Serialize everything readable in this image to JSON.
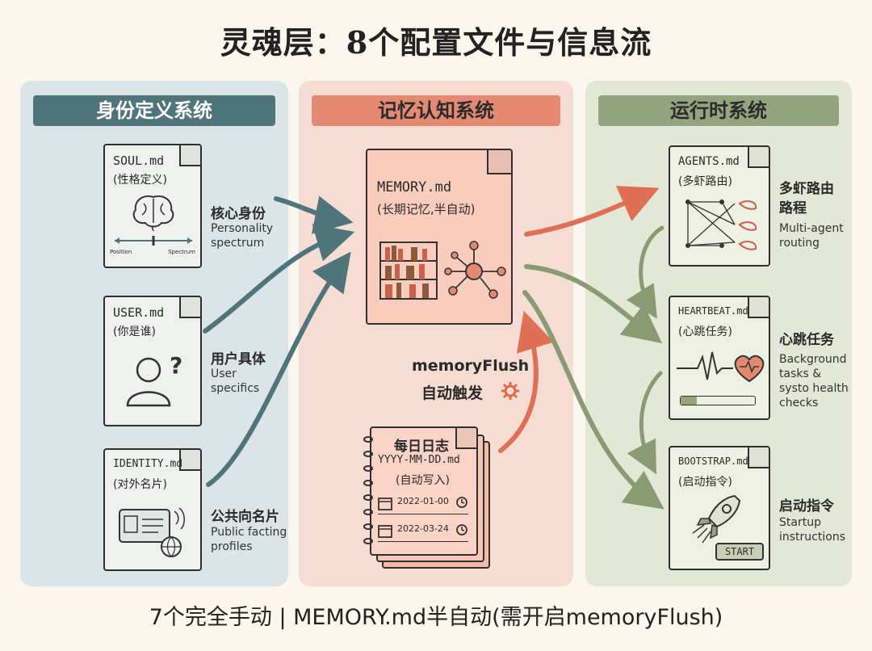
{
  "title": "灵魂层：8个配置文件与信息流",
  "footer": "7个完全手动 | MEMORY.md半自动(需开启memoryFlush)",
  "colors": {
    "identity": "#4f7479",
    "memory": "#e48a72",
    "runtime": "#94a47e"
  },
  "identity": {
    "heading": "身份定义系统",
    "soul": {
      "file": "SOUL.md",
      "sub": "(性格定义)",
      "label": "核心身份",
      "en": [
        "Personality",
        "spectrum"
      ],
      "spectrum_left": "Position",
      "spectrum_right": "Spectrum"
    },
    "user": {
      "file": "USER.md",
      "sub": "(你是谁)",
      "label": "用户具体",
      "en": [
        "User",
        "specifics"
      ]
    },
    "identity": {
      "file": "IDENTITY.md",
      "sub": "(对外名片)",
      "label": "公共向名片",
      "en": [
        "Public facting",
        "profiles"
      ]
    }
  },
  "memory": {
    "heading": "记忆认知系统",
    "main": {
      "file": "MEMORY.md",
      "sub": "(长期记忆,半自动)"
    },
    "flush": {
      "en": "memoryFlush",
      "zh": "自动触发"
    },
    "daily": {
      "title": "每日日志",
      "file": "YYYY-MM-DD.md",
      "sub": "(自动写入)",
      "dates": [
        "2022-01-00",
        "2022-03-24"
      ]
    }
  },
  "runtime": {
    "heading": "运行时系统",
    "agents": {
      "file": "AGENTS.md",
      "sub": "(多虾路由)",
      "label_lines": [
        "多虾路由",
        "路程"
      ],
      "en": [
        "Multi-agent",
        "routing"
      ]
    },
    "heartbeat": {
      "file": "HEARTBEAT.md",
      "sub": "(心跳任务)",
      "label": "心跳任务",
      "en": [
        "Background",
        "tasks &",
        "systo health",
        "checks"
      ]
    },
    "bootstrap": {
      "file": "BOOTSTRAP.md",
      "sub": "(启动指令)",
      "label": "启动指令",
      "en": [
        "Startup",
        "instructions"
      ],
      "start_button": "START"
    }
  }
}
